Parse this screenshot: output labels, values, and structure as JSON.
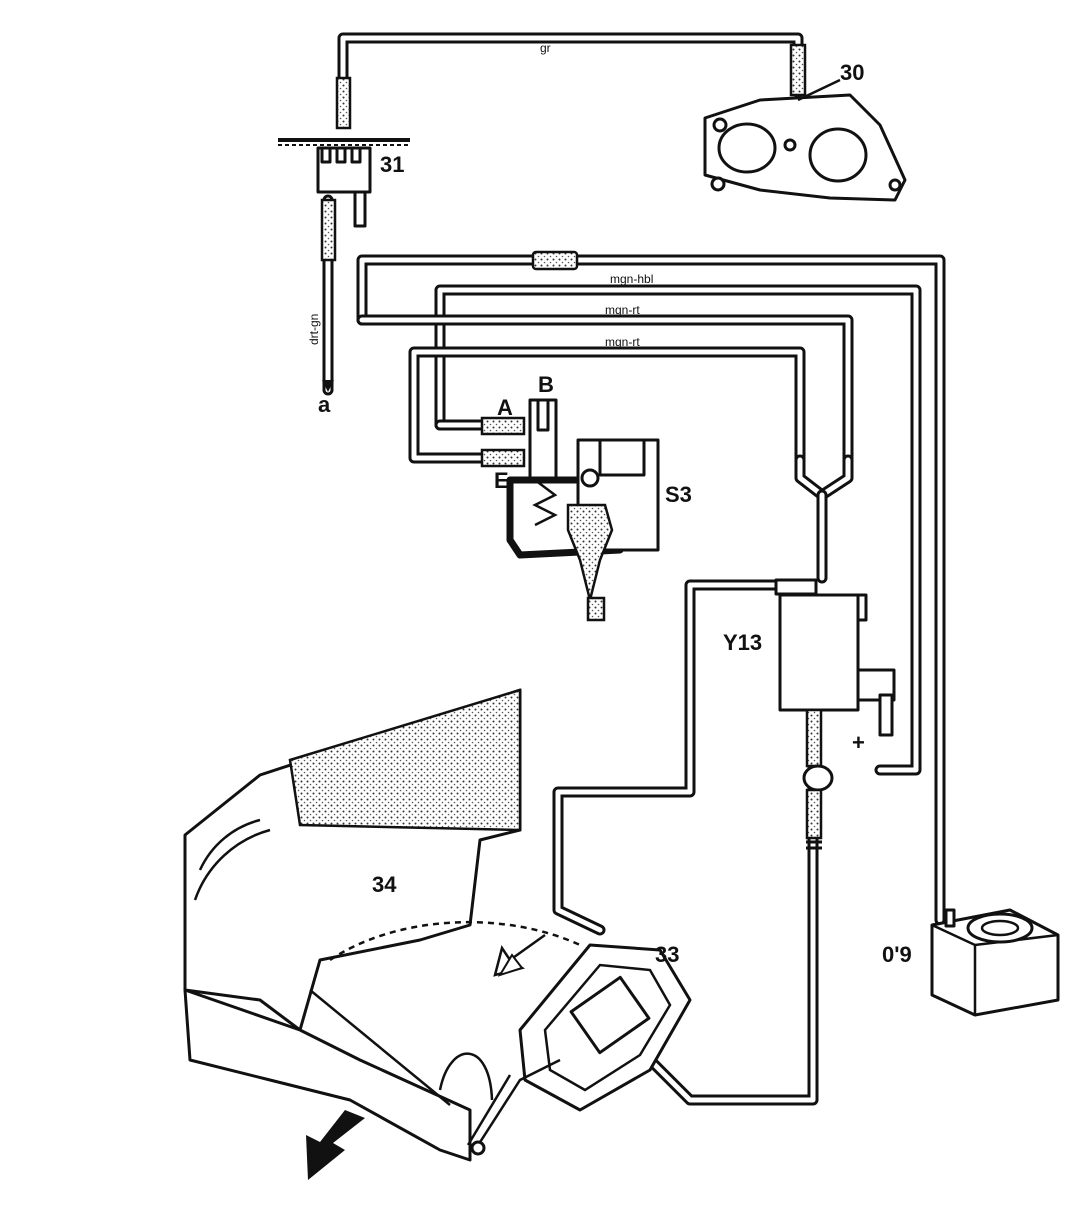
{
  "labels": {
    "item_30": "30",
    "item_31": "31",
    "item_S3": "S3",
    "item_A": "A",
    "item_B": "B",
    "item_E": "E",
    "item_Y13": "Y13",
    "item_34": "34",
    "item_33": "33",
    "item_019": "0'9",
    "item_a": "a",
    "plus": "+"
  },
  "hose_colors": {
    "gr": "gr",
    "mgn_hbl": "mgn-hbl",
    "mgn_rt_upper": "mgn-rt",
    "mgn_rt_lower": "mgn-rt",
    "drt_gn": "drt-gn"
  }
}
